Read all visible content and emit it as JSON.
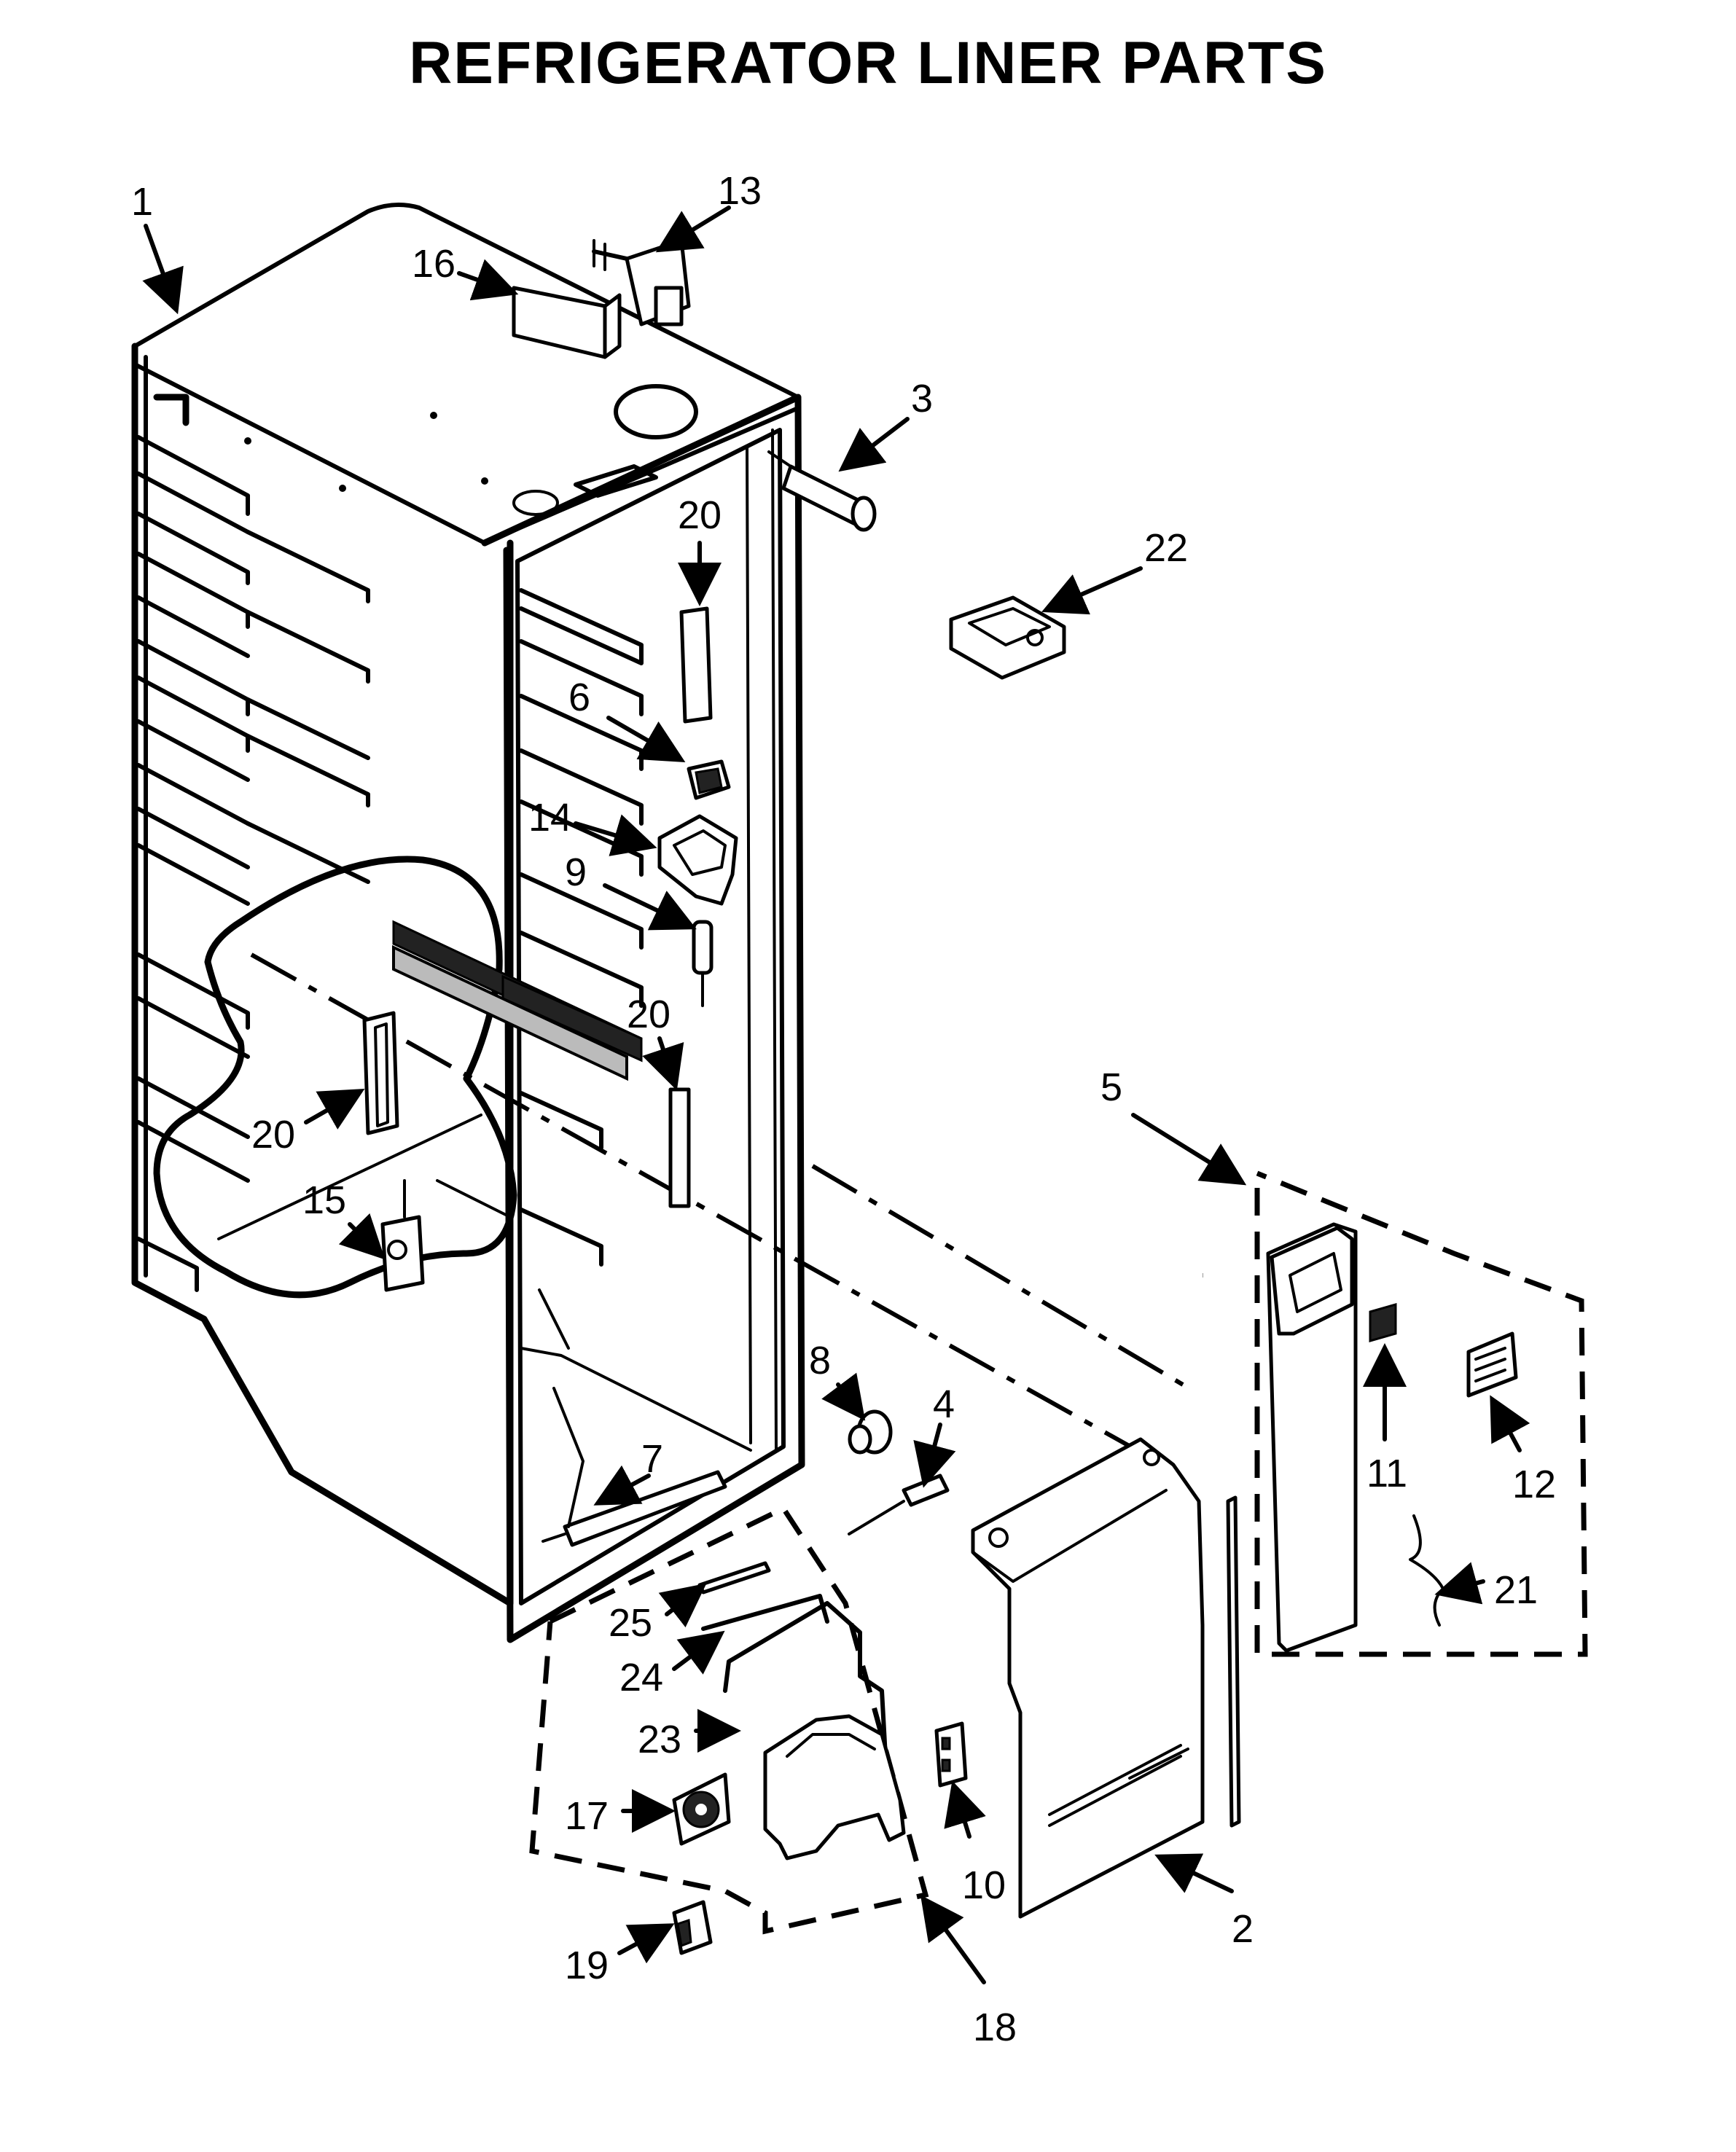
{
  "title": "REFRIGERATOR LINER PARTS",
  "callouts": {
    "c1": "1",
    "c2": "2",
    "c3": "3",
    "c4": "4",
    "c5": "5",
    "c6": "6",
    "c7": "7",
    "c8": "8",
    "c9": "9",
    "c10": "10",
    "c11": "11",
    "c12": "12",
    "c13": "13",
    "c14": "14",
    "c15": "15",
    "c16": "16",
    "c17": "17",
    "c18": "18",
    "c19": "19",
    "c20a": "20",
    "c20b": "20",
    "c20c": "20",
    "c21": "21",
    "c22": "22",
    "c23": "23",
    "c24": "24",
    "c25": "25"
  }
}
